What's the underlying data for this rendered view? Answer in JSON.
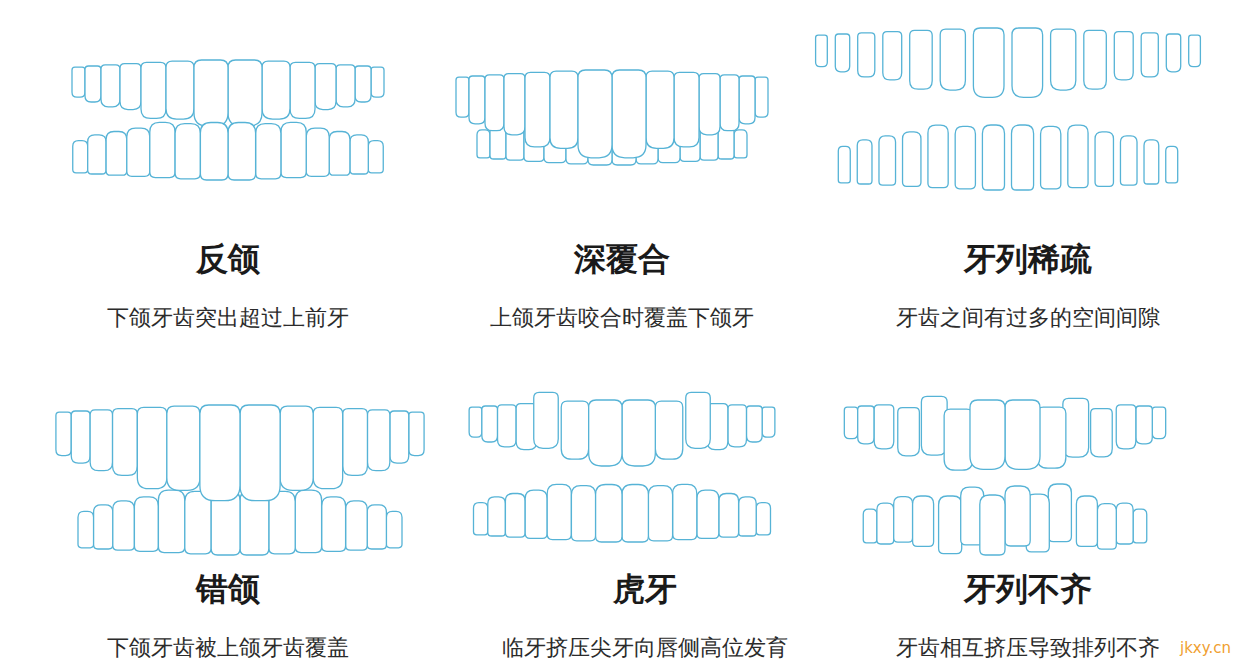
{
  "diagram": {
    "labels": [
      "反颌",
      "下颌牙齿突出超过上前牙",
      "深覆合",
      "上颌牙齿咬合时覆盖下颌牙",
      "牙列稀疏",
      "牙齿之间有过多的空间间隙",
      "错颌",
      "下颌牙齿被上颌牙齿覆盖",
      "虎牙",
      "临牙挤压尖牙向唇侧高位发育",
      "牙列不齐",
      "牙齿相互挤压导致排列不齐",
      "jkxy.cn"
    ]
  }
}
